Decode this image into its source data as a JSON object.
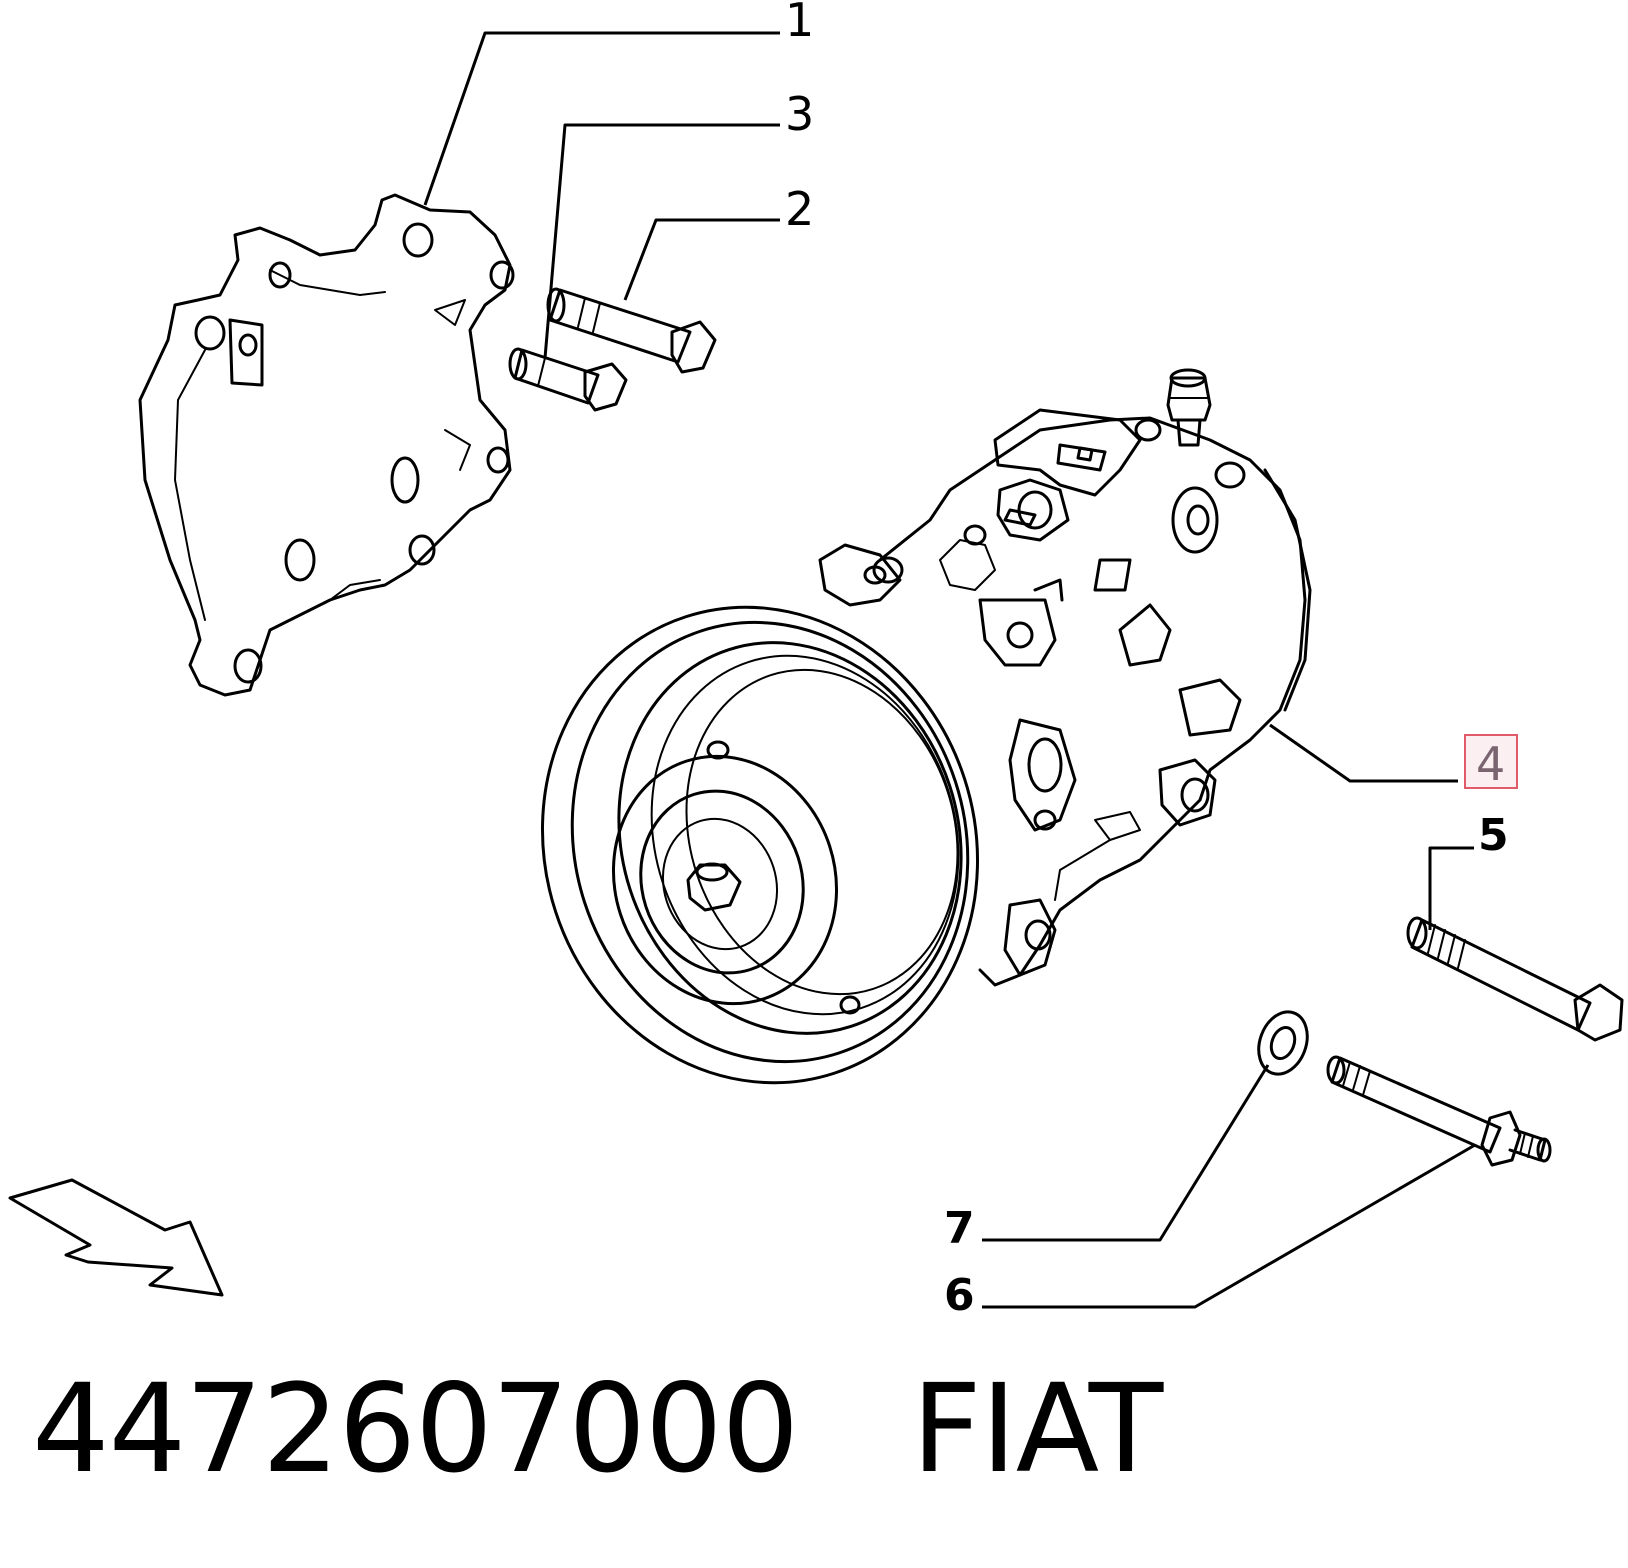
{
  "callouts": {
    "c1": "1",
    "c2": "2",
    "c3": "3",
    "c4": "4",
    "c5": "5",
    "c6": "6",
    "c7": "7"
  },
  "highlight_color": "#e05a6a",
  "caption": {
    "part_number": "4472607000",
    "brand": "FIAT"
  }
}
